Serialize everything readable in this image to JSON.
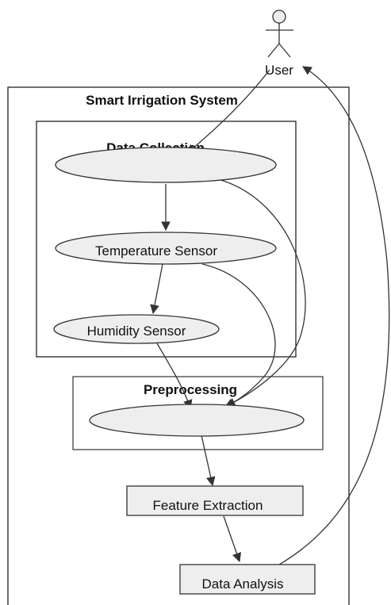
{
  "actor": {
    "label": "User"
  },
  "system": {
    "title": "Smart Irrigation System"
  },
  "packages": {
    "data_collection": {
      "title": "Data Collection"
    },
    "preprocessing": {
      "title": "Preprocessing"
    }
  },
  "nodes": {
    "data_collection_top": "",
    "temperature_sensor": "Temperature Sensor",
    "humidity_sensor": "Humidity Sensor",
    "preprocessing_node": "",
    "feature_extraction": "Feature Extraction",
    "data_analysis": "Data Analysis"
  },
  "colors": {
    "stroke": "#333333",
    "node_fill": "#eeeeee",
    "background": "#ffffff"
  }
}
